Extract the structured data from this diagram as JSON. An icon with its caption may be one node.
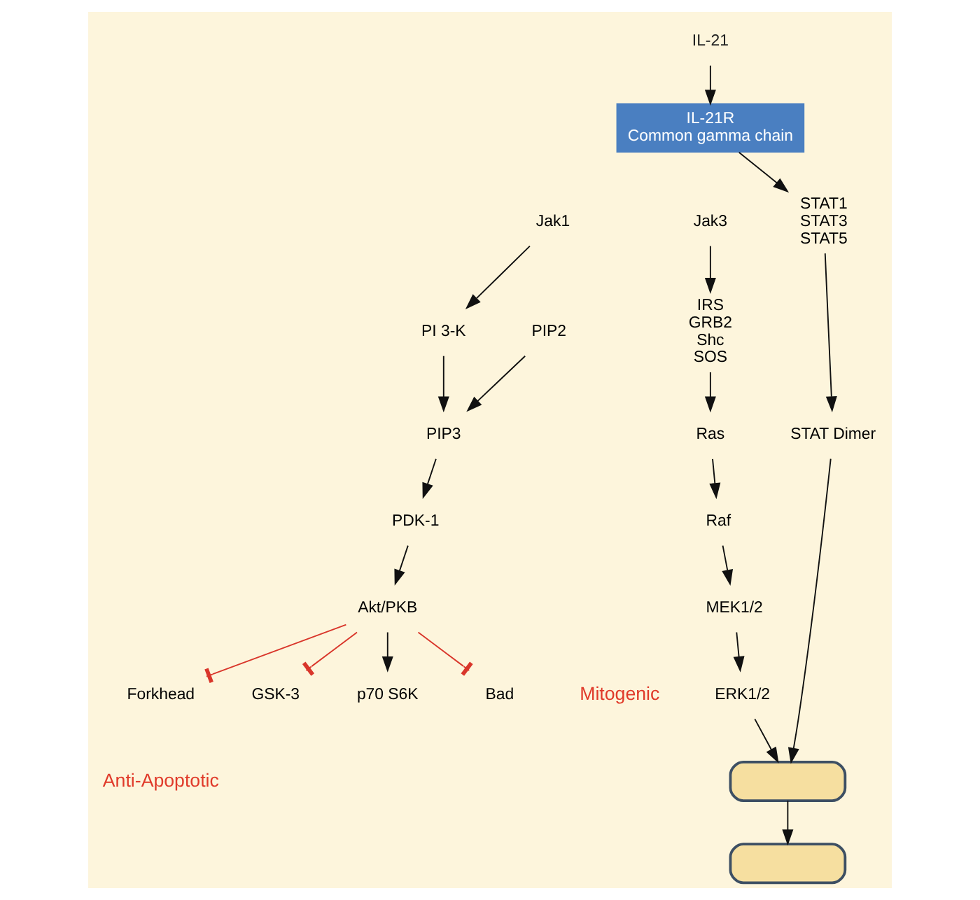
{
  "diagram": {
    "nodes": [
      {
        "text": [
          "IL-21"
        ]
      },
      {
        "text": [
          "IL-21R",
          "Common gamma chain"
        ]
      },
      {
        "text": [
          "Jak3"
        ]
      },
      {
        "text": [
          "Jak1"
        ]
      },
      {
        "text": [
          "IRS",
          "GRB2",
          "Shc",
          "SOS"
        ]
      },
      {
        "text": [
          "STAT1",
          "STAT3",
          "STAT5"
        ]
      },
      {
        "text": [
          "PI 3-K"
        ]
      },
      {
        "text": [
          "PIP2"
        ]
      },
      {
        "text": [
          "Ras"
        ]
      },
      {
        "text": [
          "PIP3"
        ]
      },
      {
        "text": [
          "Raf"
        ]
      },
      {
        "text": [
          "PDK-1"
        ]
      },
      {
        "text": [
          "MEK1/2"
        ]
      },
      {
        "text": [
          "STAT Dimer"
        ]
      },
      {
        "text": [
          "Akt/PKB"
        ]
      },
      {
        "text": [
          "p70 S6K"
        ]
      },
      {
        "text": [
          "ERK1/2"
        ]
      },
      {
        "text": [
          "Bad"
        ]
      },
      {
        "text": [
          "Forkhead"
        ]
      },
      {
        "text": [
          "GSK-3"
        ]
      },
      {
        "text": [],
        "shape": "box"
      },
      {
        "text": [],
        "shape": "box"
      }
    ],
    "edges": [
      {
        "from": 0,
        "to": 1,
        "arrow": "to"
      },
      {
        "from": 2,
        "to": 4,
        "arrow": "to"
      },
      {
        "from": 1,
        "to": 5,
        "arrow": "to"
      },
      {
        "from": 3,
        "to": 6,
        "arrow": "to"
      },
      {
        "from": 7,
        "to": 9,
        "arrow": "to"
      },
      {
        "from": 6,
        "to": 9,
        "arrow": "to"
      },
      {
        "from": 4,
        "to": 8,
        "arrow": "to"
      },
      {
        "from": 8,
        "to": 10,
        "arrow": "to"
      },
      {
        "from": 9,
        "to": 11,
        "arrow": "to"
      },
      {
        "from": 10,
        "to": 12,
        "arrow": "to"
      },
      {
        "from": 5,
        "to": 13,
        "arrow": "to"
      },
      {
        "from": 11,
        "to": 14,
        "arrow": "to"
      },
      {
        "from": 14,
        "to": 15,
        "arrow": "to"
      },
      {
        "from": 12,
        "to": 16,
        "arrow": "to"
      },
      {
        "from": 14,
        "to": 17,
        "arrow": "other",
        "color": "#d9362b"
      },
      {
        "from": 14,
        "to": 18,
        "arrow": "other",
        "color": "#d9362b"
      },
      {
        "from": 14,
        "to": 19,
        "arrow": "other",
        "color": "#d9362b"
      },
      {
        "from": 16,
        "to": 20,
        "arrow": "to"
      },
      {
        "from": 13,
        "to": 20,
        "arrow": "to"
      },
      {
        "from": 20,
        "to": 21,
        "arrow": "to"
      }
    ],
    "labels": [
      "Mitogenic",
      "Anti-Apoptotic"
    ]
  }
}
